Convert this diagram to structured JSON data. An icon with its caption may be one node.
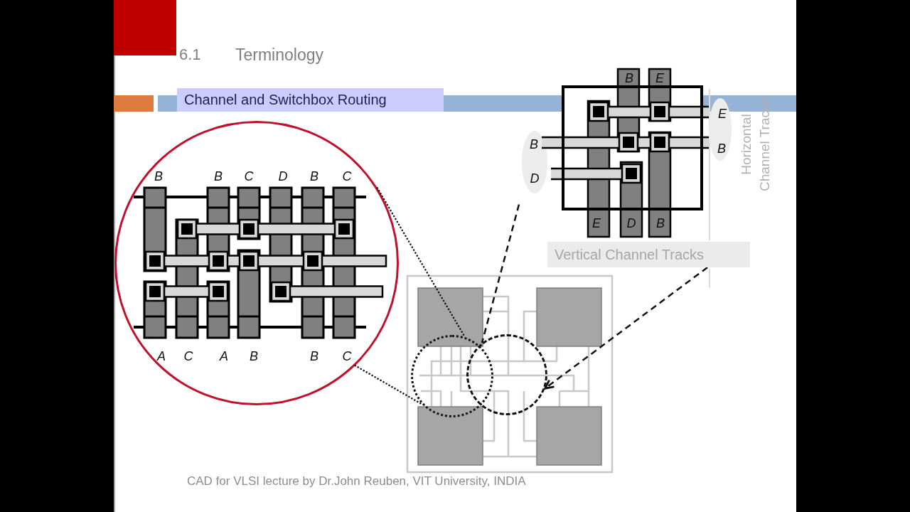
{
  "diagram": {
    "title": "Terminology",
    "nodes": [
      {
        "text": [],
        "shape": "circle"
      },
      {
        "text": [],
        "shape": "picture"
      },
      {
        "text": [
          "Vertical Channel Tracks"
        ]
      },
      {
        "text": [],
        "shape": "circle"
      },
      {
        "text": [],
        "shape": "circle"
      }
    ],
    "edges": [
      {
        "from": 0,
        "to": 3,
        "arrow": "none"
      },
      {
        "from": 0,
        "to": 3,
        "arrow": "none"
      },
      {
        "from": 1,
        "to": 4,
        "arrow": "none",
        "style": "dashed"
      },
      {
        "from": 2,
        "to": 4,
        "arrow": "to",
        "style": "dashed"
      }
    ],
    "labels": [
      "6.1",
      "Channel and Switchbox Routing",
      "B",
      "B",
      "C",
      "D",
      "B",
      "C",
      "A",
      "C",
      "A",
      "B",
      "B",
      "C",
      "B",
      "E",
      "B",
      "D",
      "E",
      "B",
      "E",
      "D",
      "B",
      "Horizontal Channel Tracks",
      "CAD for VLSI lecture by Dr.John Reuben, VIT University, INDIA"
    ]
  }
}
